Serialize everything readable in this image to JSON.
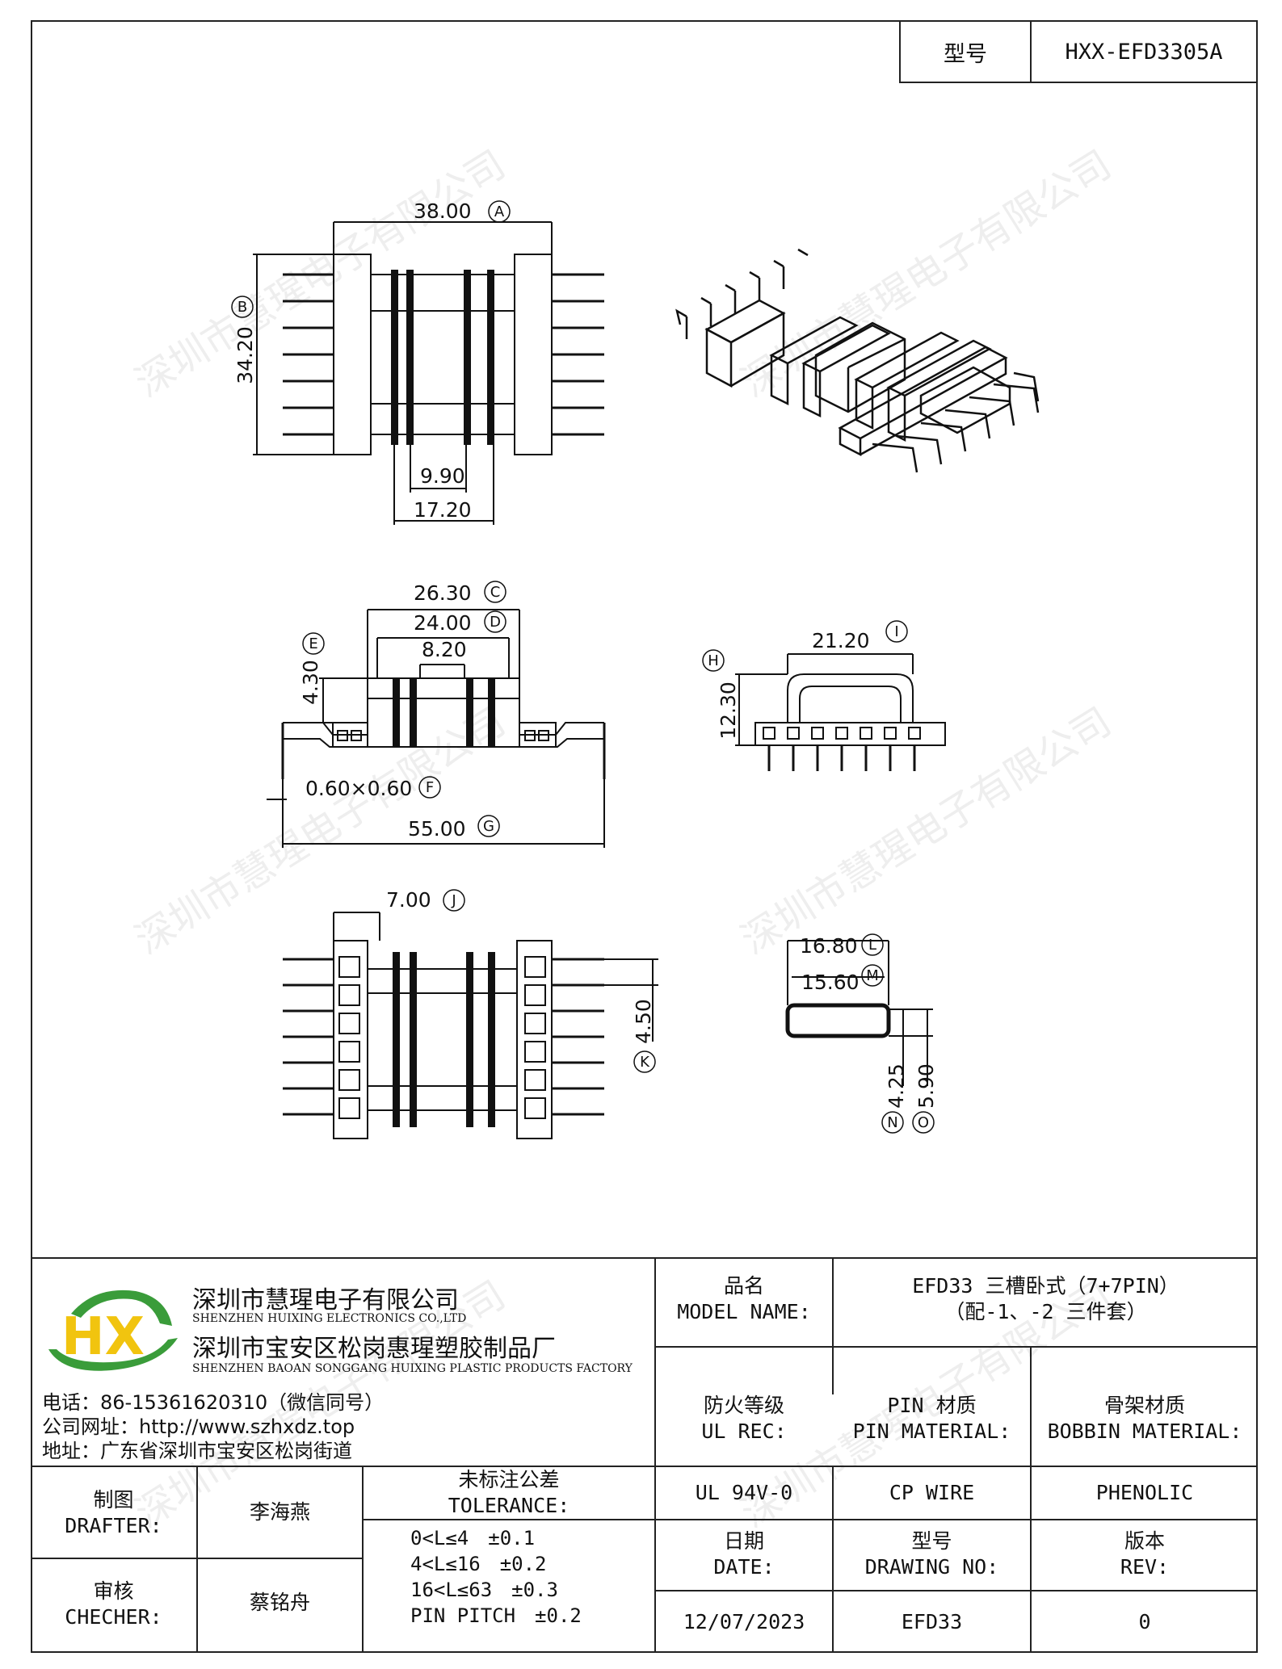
{
  "header": {
    "model_label": "型号",
    "model_value": "HXX-EFD3305A"
  },
  "watermark": "深圳市慧瑆电子有限公司",
  "dimensions": {
    "A": "38.00",
    "B": "34.20",
    "w1": "9.90",
    "w2": "17.20",
    "C": "26.30",
    "D": "24.00",
    "w3": "8.20",
    "E": "4.30",
    "F": "0.60×0.60",
    "G": "55.00",
    "I": "21.20",
    "H": "12.30",
    "J": "7.00",
    "K": "4.50",
    "L": "16.80",
    "M": "15.60",
    "N": "4.25",
    "O": "5.90"
  },
  "letters": {
    "A": "A",
    "B": "B",
    "C": "C",
    "D": "D",
    "E": "E",
    "F": "F",
    "G": "G",
    "H": "H",
    "I": "I",
    "J": "J",
    "K": "K",
    "L": "L",
    "M": "M",
    "N": "N",
    "O": "O"
  },
  "company": {
    "name_cn": "深圳市慧瑆电子有限公司",
    "name_en": "SHENZHEN HUIXING ELECTRONICS CO.,LTD",
    "factory_cn": "深圳市宝安区松岗惠瑆塑胶制品厂",
    "factory_en": "SHENZHEN BAOAN SONGGANG HUIXING PLASTIC PRODUCTS FACTORY",
    "phone": "电话：86-15361620310（微信同号）",
    "website": "公司网址：http://www.szhxdz.top",
    "address": "地址：广东省深圳市宝安区松岗街道",
    "logo_text": "HX"
  },
  "title_block": {
    "model_name_label_cn": "品名",
    "model_name_label_en": "MODEL NAME:",
    "model_name_line1": "EFD33 三槽卧式（7+7PIN）",
    "model_name_line2": "（配-1、-2 三件套）",
    "ul_label_cn": "防火等级",
    "ul_label_en": "UL REC:",
    "pin_label_cn": "PIN 材质",
    "pin_label_en": "PIN MATERIAL:",
    "bobbin_label_cn": "骨架材质",
    "bobbin_label_en": "BOBBIN MATERIAL:",
    "ul_value": "UL 94V-0",
    "pin_value": "CP WIRE",
    "bobbin_value": "PHENOLIC",
    "drafter_cn": "制图",
    "drafter_en": "DRAFTER:",
    "drafter_name": "李海燕",
    "checker_cn": "审核",
    "checker_en": "CHECHER:",
    "checker_name": "蔡铭舟",
    "tolerance_cn": "未标注公差",
    "tolerance_en": "TOLERANCE:",
    "tolerances": [
      "0<L≤4　±0.1",
      "4<L≤16　±0.2",
      "16<L≤63　±0.3",
      "PIN PITCH　±0.2"
    ],
    "date_cn": "日期",
    "date_en": "DATE:",
    "date_value": "12/07/2023",
    "drawing_cn": "型号",
    "drawing_en": "DRAWING NO:",
    "drawing_value": "EFD33",
    "rev_cn": "版本",
    "rev_en": "REV:",
    "rev_value": "0"
  }
}
